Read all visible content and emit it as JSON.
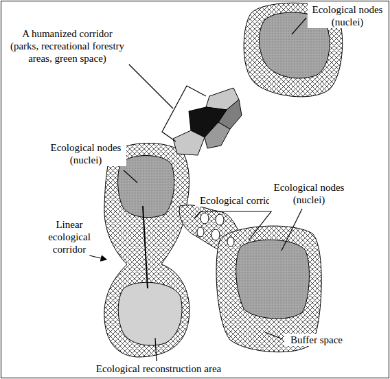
{
  "diagram": {
    "labels": [
      "A humanized corridor (parks, recreational forestry areas, green space)",
      "Ecological nodes (nuclei)",
      "Ecological nodes (nuclei)",
      "Ecological corridor",
      "Ecological nodes (nuclei)",
      "Linear ecological corridor",
      "Buffer space",
      "Ecological reconstruction area"
    ]
  }
}
